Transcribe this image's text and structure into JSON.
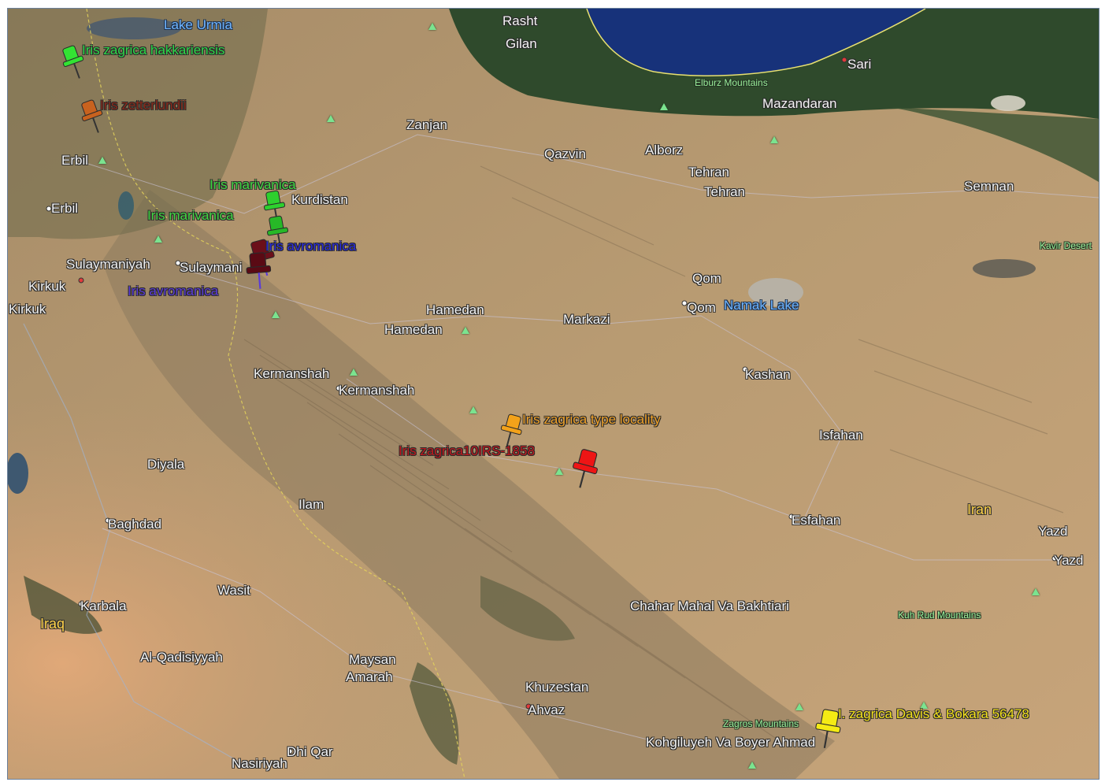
{
  "places": [
    {
      "id": "lake-urmia",
      "text": "Lake Urmia",
      "kind": "water"
    },
    {
      "id": "rasht",
      "text": "Rasht",
      "kind": "city"
    },
    {
      "id": "gilan",
      "text": "Gilan",
      "kind": "city"
    },
    {
      "id": "sari",
      "text": "Sari",
      "kind": "city"
    },
    {
      "id": "elburz",
      "text": "Elburz Mountains",
      "kind": "small"
    },
    {
      "id": "mazandaran",
      "text": "Mazandaran",
      "kind": "city"
    },
    {
      "id": "zanjan",
      "text": "Zanjan",
      "kind": "city"
    },
    {
      "id": "qazvin",
      "text": "Qazvin",
      "kind": "city"
    },
    {
      "id": "alborz",
      "text": "Alborz",
      "kind": "city"
    },
    {
      "id": "tehran1",
      "text": "Tehran",
      "kind": "city"
    },
    {
      "id": "tehran2",
      "text": "Tehran",
      "kind": "city"
    },
    {
      "id": "semnan",
      "text": "Semnan",
      "kind": "city"
    },
    {
      "id": "kavir",
      "text": "Kavir Desert",
      "kind": "small"
    },
    {
      "id": "erbil1",
      "text": "Erbil",
      "kind": "city"
    },
    {
      "id": "erbil2",
      "text": "Erbil",
      "kind": "city"
    },
    {
      "id": "kurdistan",
      "text": "Kurdistan",
      "kind": "city"
    },
    {
      "id": "sulaymaniyah1",
      "text": "Sulaymaniyah",
      "kind": "city"
    },
    {
      "id": "sulaymaniyah2",
      "text": "Sulaymani",
      "kind": "city"
    },
    {
      "id": "kirkuk1",
      "text": "Kirkuk",
      "kind": "city"
    },
    {
      "id": "kirkuk2",
      "text": "Kirkuk",
      "kind": "city"
    },
    {
      "id": "qom1",
      "text": "Qom",
      "kind": "city"
    },
    {
      "id": "qom2",
      "text": "Qom",
      "kind": "city"
    },
    {
      "id": "namak",
      "text": "Namak Lake",
      "kind": "water"
    },
    {
      "id": "hamedan1",
      "text": "Hamedan",
      "kind": "city"
    },
    {
      "id": "hamedan2",
      "text": "Hamedan",
      "kind": "city"
    },
    {
      "id": "markazi",
      "text": "Markazi",
      "kind": "city"
    },
    {
      "id": "kashan",
      "text": "Kashan",
      "kind": "city"
    },
    {
      "id": "kermanshah1",
      "text": "Kermanshah",
      "kind": "city"
    },
    {
      "id": "kermanshah2",
      "text": "Kermanshah",
      "kind": "city"
    },
    {
      "id": "isfahan",
      "text": "Isfahan",
      "kind": "city"
    },
    {
      "id": "esfahan",
      "text": "Esfahan",
      "kind": "city"
    },
    {
      "id": "diyala",
      "text": "Diyala",
      "kind": "city"
    },
    {
      "id": "ilam",
      "text": "Ilam",
      "kind": "city"
    },
    {
      "id": "iran",
      "text": "Iran",
      "kind": "country"
    },
    {
      "id": "yazd1",
      "text": "Yazd",
      "kind": "city"
    },
    {
      "id": "yazd2",
      "text": "Yazd",
      "kind": "city"
    },
    {
      "id": "baghdad",
      "text": "Baghdad",
      "kind": "city"
    },
    {
      "id": "wasit",
      "text": "Wasit",
      "kind": "city"
    },
    {
      "id": "karbala",
      "text": "Karbala",
      "kind": "city"
    },
    {
      "id": "iraq",
      "text": "Iraq",
      "kind": "country"
    },
    {
      "id": "chahar",
      "text": "Chahar Mahal Va Bakhtiari",
      "kind": "city"
    },
    {
      "id": "kuhrud",
      "text": "Kuh Rud Mountains",
      "kind": "small"
    },
    {
      "id": "qadisiyyah",
      "text": "Al-Qadisiyyah",
      "kind": "city"
    },
    {
      "id": "maysan",
      "text": "Maysan",
      "kind": "city"
    },
    {
      "id": "amarah",
      "text": "Amarah",
      "kind": "city"
    },
    {
      "id": "khuzestan",
      "text": "Khuzestan",
      "kind": "city"
    },
    {
      "id": "ahvaz",
      "text": "Ahvaz",
      "kind": "city"
    },
    {
      "id": "zagros",
      "text": "Zagros Mountains",
      "kind": "small"
    },
    {
      "id": "kohgiluyeh",
      "text": "Kohgiluyeh Va Boyer Ahmad",
      "kind": "city"
    },
    {
      "id": "dhiqar",
      "text": "Dhi Qar",
      "kind": "city"
    },
    {
      "id": "nasiriyah",
      "text": "Nasiriyah",
      "kind": "city"
    }
  ],
  "pins": [
    {
      "id": "hakkariensis",
      "label": "Iris zagrica hakkariensis",
      "color": "#33e333",
      "label_color": "#2fd84a"
    },
    {
      "id": "zetterlundii",
      "label": "Iris zetterlundii",
      "color": "#c8621e",
      "label_color": "#8a2a1a"
    },
    {
      "id": "marivanica1",
      "label": "Iris marivanica",
      "color": "#2ed02e",
      "label_color": "#43d843"
    },
    {
      "id": "marivanica2",
      "label": "Iris marivanica",
      "color": "#27b827",
      "label_color": "#43d843"
    },
    {
      "id": "avromanica1",
      "label": "Iris avromanica",
      "color": "#6b0f1a",
      "label_color": "#2a2adf"
    },
    {
      "id": "avromanica2",
      "label": "Iris avromanica",
      "color": "#5a0a14",
      "label_color": "#5b3bd8"
    },
    {
      "id": "typelocality",
      "label": "Iris zagrica type locality",
      "color": "#f3a21a",
      "label_color": "#f0a22a"
    },
    {
      "id": "irs1858",
      "label": "Iris zagrica10IRS-1858",
      "color": "#ee1515",
      "label_color": "#c0191e"
    },
    {
      "id": "davis",
      "label": "I. zagrica Davis & Bokara 56478",
      "color": "#f4ea14",
      "label_color": "#f5e21c"
    }
  ]
}
